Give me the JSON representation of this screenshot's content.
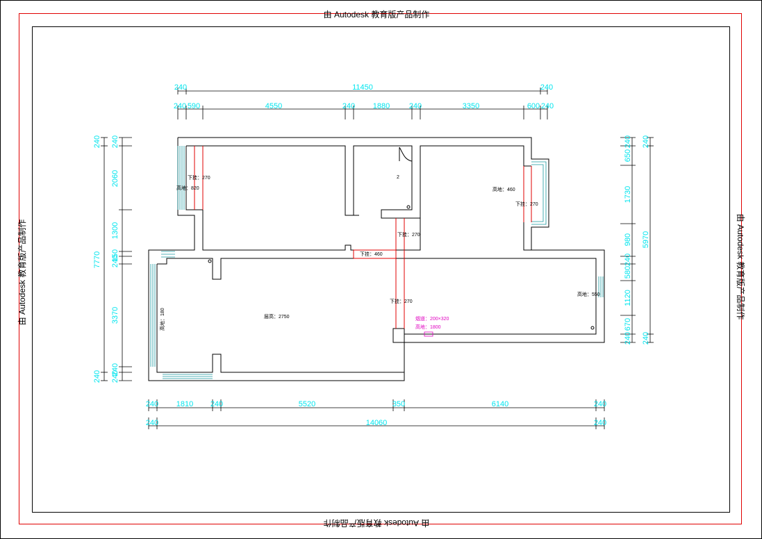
{
  "watermark": {
    "top": "由 Autodesk 教育版产品制作",
    "bottom": "由 Autodesk 教育版产品制作",
    "left": "由 Autodesk 教育版产品制作",
    "right": "由 Autodesk 教育版产品制作"
  },
  "dimensions": {
    "top_overall": [
      "240",
      "11450",
      "240"
    ],
    "top_detail": [
      "240",
      "590",
      "4550",
      "240",
      "1880",
      "240",
      "3350",
      "600",
      "240"
    ],
    "bottom_detail": [
      "240",
      "1810",
      "240",
      "5520",
      "350",
      "6140",
      "240"
    ],
    "bottom_overall": [
      "240",
      "14060",
      "240"
    ],
    "left_detail": [
      "240",
      "240",
      "2060",
      "1300",
      "150",
      "240",
      "3370",
      "240",
      "240"
    ],
    "left_overall": "7770",
    "right_detail": [
      "240",
      "650",
      "1730",
      "980",
      "240",
      "580",
      "1120",
      "670",
      "240"
    ],
    "right_overall": "5970",
    "right_top_outer": "240",
    "right_bottom_outer": "240"
  },
  "notes": {
    "beam_270_a": "下挂：270",
    "sill_820": "高地：820",
    "sill_460": "高地：460",
    "beam_270_b": "下挂：270",
    "beam_270_c": "下挂：270",
    "beam_460": "下挂：460",
    "beam_270_d": "下挂：270",
    "sill_550": "高地：550",
    "height_2750": "层高：2750",
    "sill_180": "高地：180",
    "duct_size": "烟道：200×320",
    "duct_height": "高地：1800",
    "small_mark": "2"
  }
}
